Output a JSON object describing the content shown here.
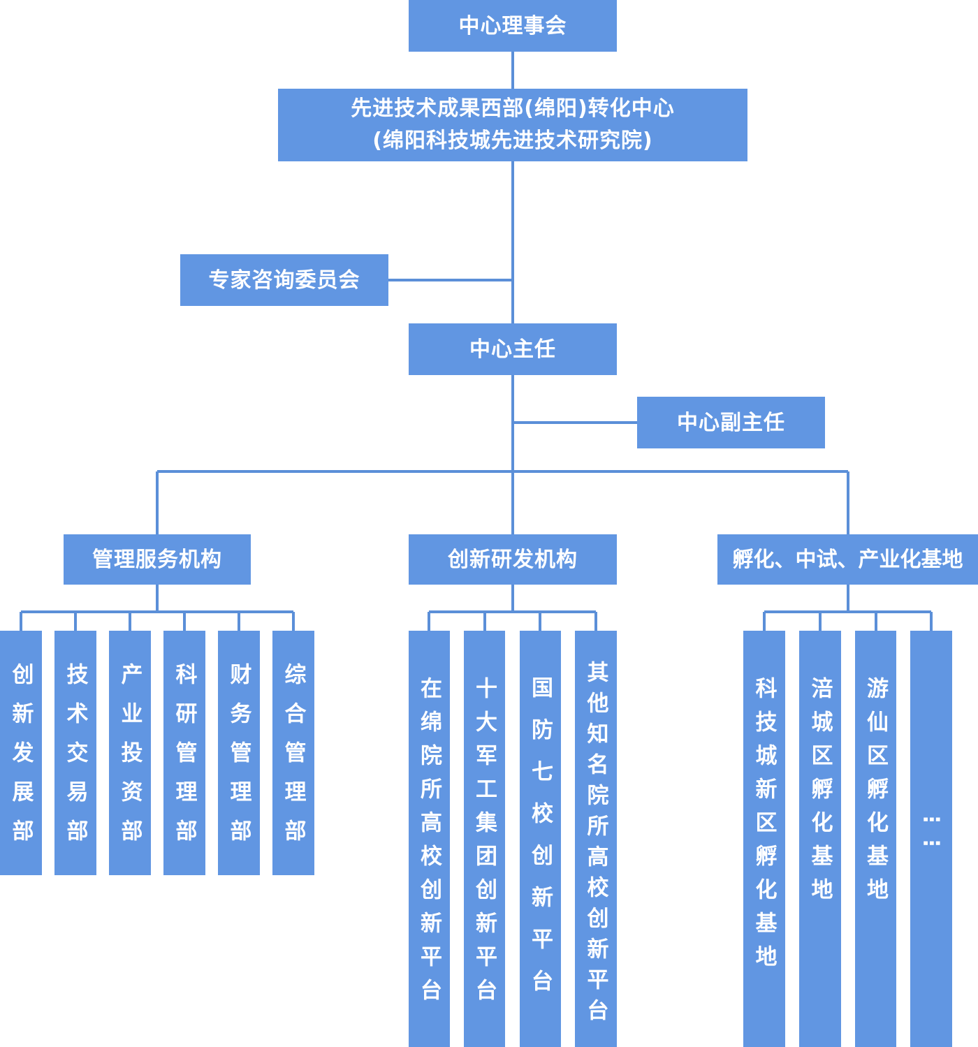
{
  "board": "中心理事会",
  "center": {
    "line1": "先进技术成果西部(绵阳)转化中心",
    "line2": "(绵阳科技城先进技术研究院)"
  },
  "expert_committee": "专家咨询委员会",
  "director": "中心主任",
  "deputy_director": "中心副主任",
  "branches": {
    "management": {
      "title": "管理服务机构",
      "departments": [
        "创新发展部",
        "技术交易部",
        "产业投资部",
        "科研管理部",
        "财务管理部",
        "综合管理部"
      ]
    },
    "innovation": {
      "title": "创新研发机构",
      "platforms": [
        "在绵院所高校创新平台",
        "十大军工集团创新平台",
        "国防七校创新平台",
        "其他知名院所高校创新平台"
      ]
    },
    "incubation": {
      "title": "孵化、中试、产业化基地",
      "bases": [
        "科技城新区孵化基地",
        "涪城区孵化基地",
        "游仙区孵化基地",
        "⋮⋮"
      ]
    }
  },
  "colors": {
    "box": "#6196e2",
    "line": "#5b8fd8",
    "text": "#ffffff"
  }
}
